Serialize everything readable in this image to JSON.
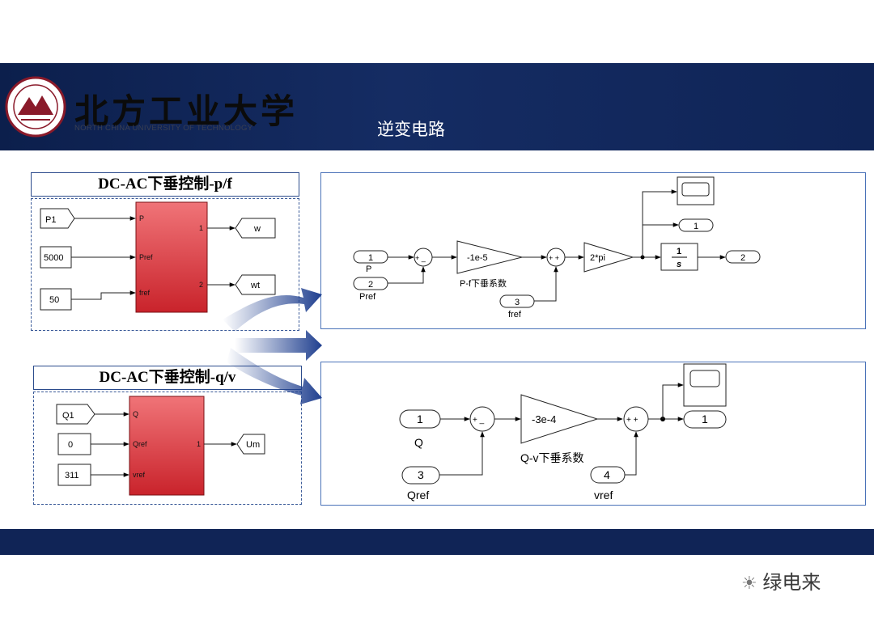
{
  "header": {
    "university_name": "北方工业大学",
    "university_name_en": "NORTH CHINA UNIVERSITY OF TECHNOLOGY",
    "slide_title": "逆变电路"
  },
  "pf_panel": {
    "title": "DC-AC下垂控制-p/f",
    "inputs": [
      "P1",
      "5000",
      "50"
    ],
    "subsystem_ports_in": [
      "P",
      "Pref",
      "fref"
    ],
    "subsystem_ports_out": [
      "1",
      "2"
    ],
    "outputs": [
      "w",
      "wt"
    ]
  },
  "qv_panel": {
    "title": "DC-AC下垂控制-q/v",
    "inputs": [
      "Q1",
      "0",
      "311"
    ],
    "subsystem_ports_in": [
      "Q",
      "Qref",
      "vref"
    ],
    "subsystem_ports_out": [
      "1"
    ],
    "outputs": [
      "Um"
    ]
  },
  "pf_diagram": {
    "in_p_num": "1",
    "in_p_label": "P",
    "in_pref_num": "2",
    "in_pref_label": "Pref",
    "in_fref_num": "3",
    "in_fref_label": "fref",
    "gain1": "-1e-5",
    "gain1_label": "P-f下垂系数",
    "gain2": "2*pi",
    "integrator_num": "1",
    "integrator_den": "s",
    "out1_num": "1",
    "out2_num": "2"
  },
  "qv_diagram": {
    "in_q_num": "1",
    "in_q_label": "Q",
    "in_qref_num": "3",
    "in_qref_label": "Qref",
    "in_vref_num": "4",
    "in_vref_label": "vref",
    "gain": "-3e-4",
    "gain_label": "Q-v下垂系数",
    "out_num": "1"
  },
  "watermark": "绿电来",
  "colors": {
    "header_bg": "#132a5e",
    "subsystem_red": "#e0343c",
    "arrow_blue": "#1f3f8f",
    "panel_border": "#4a72b8"
  }
}
